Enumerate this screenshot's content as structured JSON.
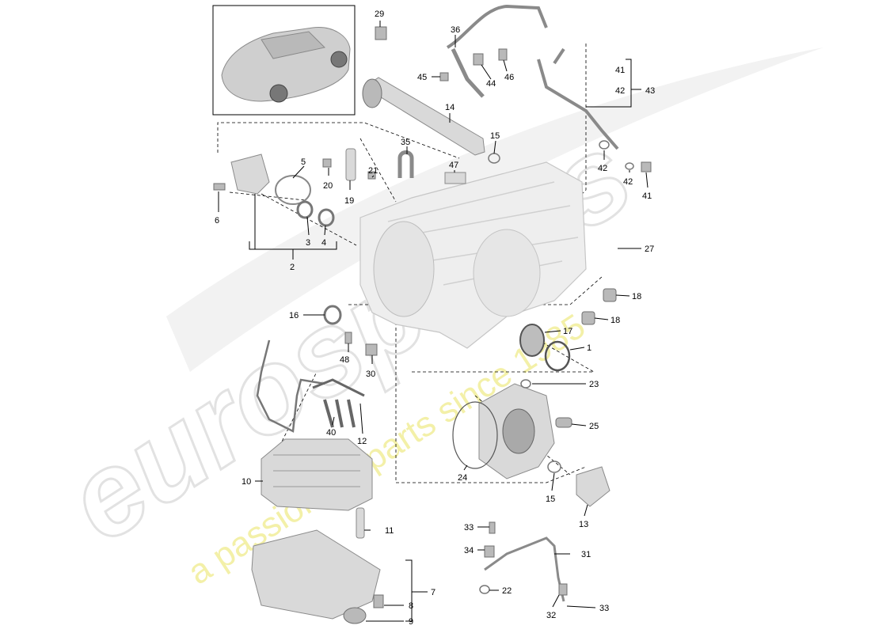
{
  "watermark": {
    "brand": "eurospares",
    "tagline": "a passion for parts since 1985"
  },
  "callouts": [
    "29",
    "36",
    "41",
    "42",
    "43",
    "45",
    "44",
    "46",
    "14",
    "15",
    "35",
    "5",
    "20",
    "21",
    "47",
    "42",
    "41",
    "42",
    "6",
    "19",
    "3",
    "4",
    "2",
    "27",
    "16",
    "17",
    "1",
    "18",
    "18",
    "48",
    "30",
    "23",
    "25",
    "10",
    "40",
    "12",
    "24",
    "15",
    "13",
    "11",
    "33",
    "34",
    "31",
    "7",
    "22",
    "8",
    "9",
    "32",
    "33"
  ]
}
